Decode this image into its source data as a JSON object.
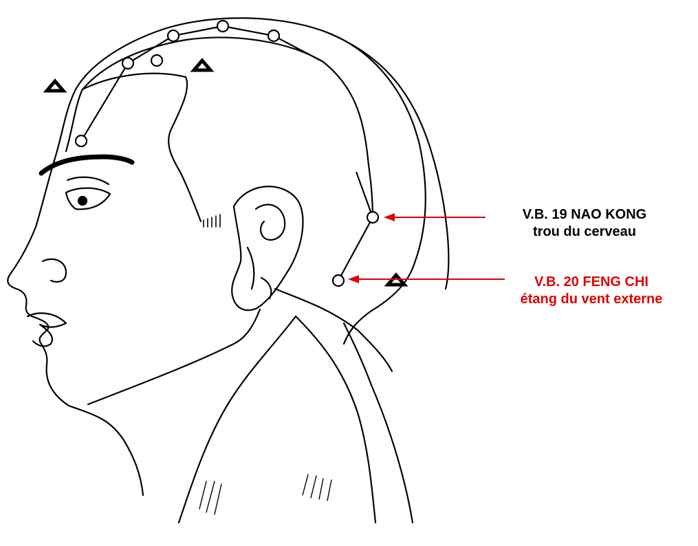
{
  "points": {
    "vb19": {
      "code": "V.B. 19 NAO KONG",
      "translation": "trou du cerveau",
      "color": "#000000"
    },
    "vb20": {
      "code": "V.B. 20 FENG CHI",
      "translation": "étang du vent externe",
      "color": "#e00000"
    }
  },
  "colors": {
    "line_art": "#000000",
    "pointer_arrow": "#e00000",
    "background": "#ffffff"
  }
}
